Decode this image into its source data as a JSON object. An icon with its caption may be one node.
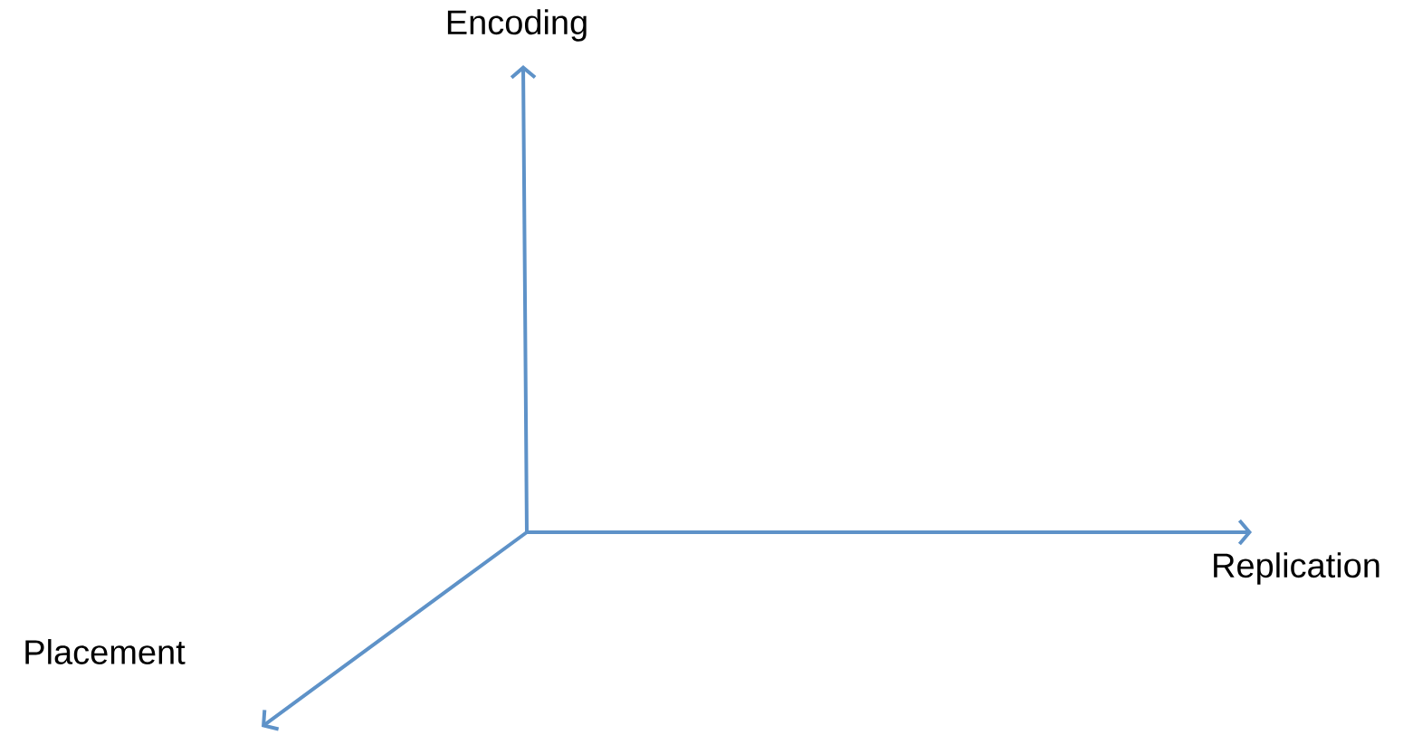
{
  "diagram": {
    "labels": [
      "Encoding",
      "Replication",
      "Placement"
    ]
  }
}
